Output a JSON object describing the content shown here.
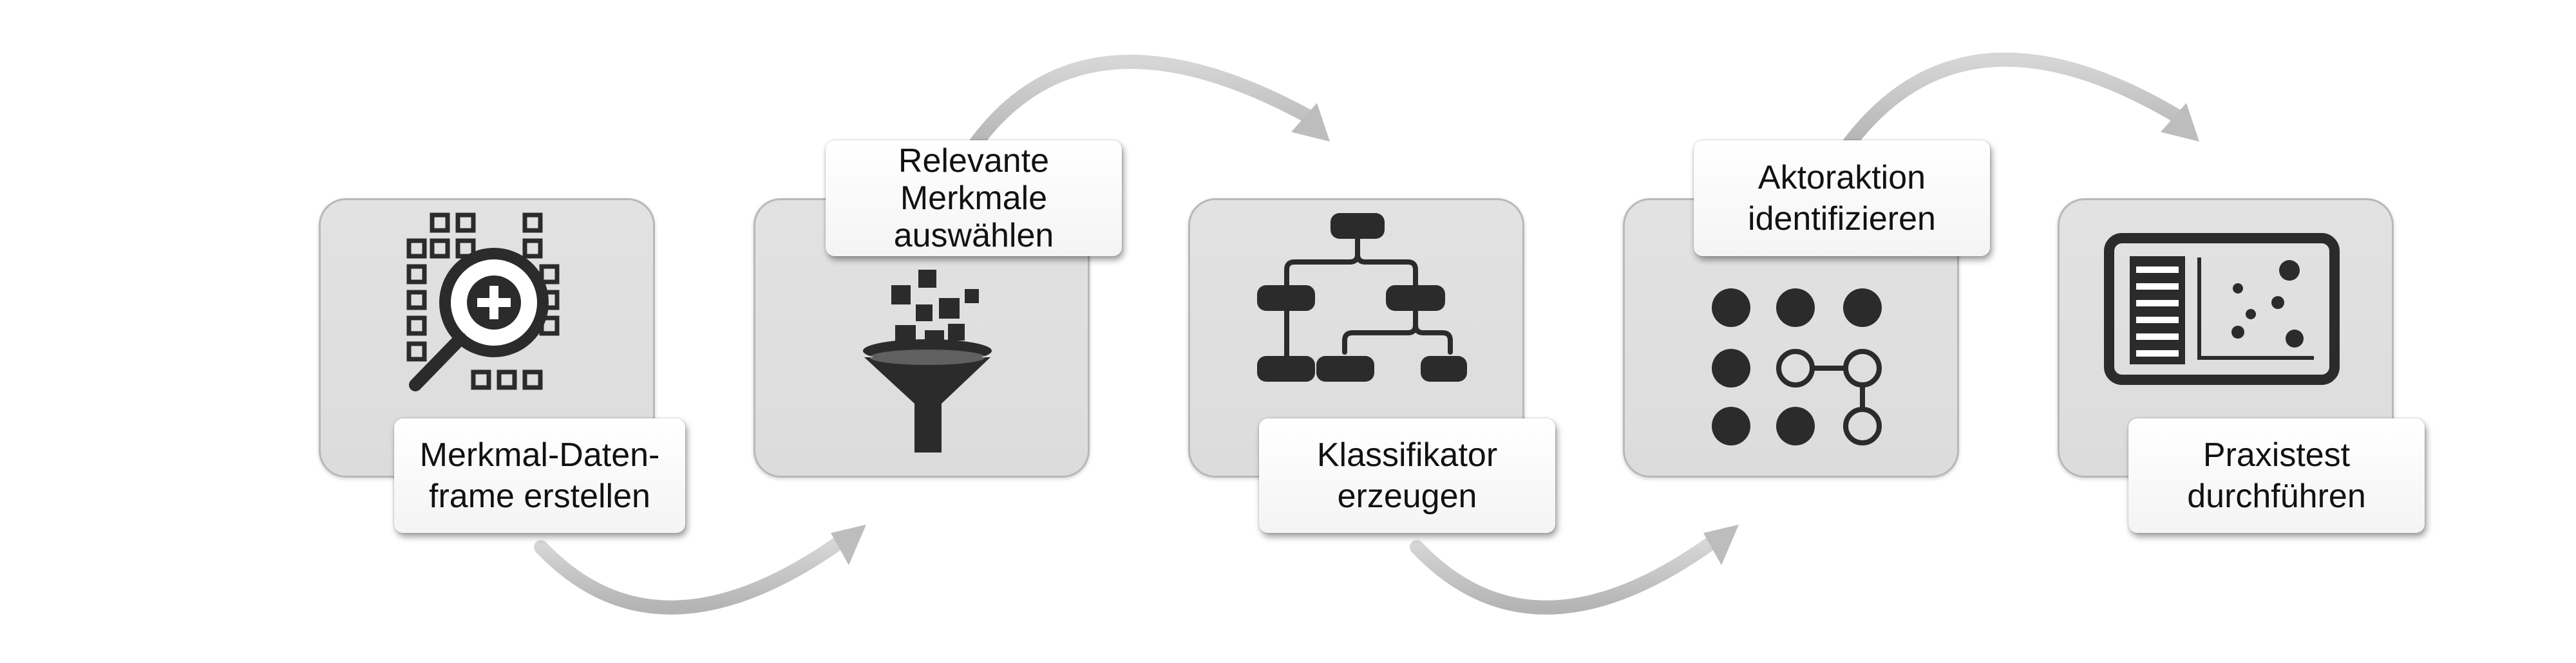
{
  "steps": [
    {
      "id": "step-1",
      "line1": "Merkmal-Daten-",
      "line2": "frame erstellen",
      "icon": "data-frame-search-icon"
    },
    {
      "id": "step-2",
      "line1": "Relevante",
      "line2": "Merkmale",
      "line3": "auswählen",
      "icon": "funnel-filter-icon"
    },
    {
      "id": "step-3",
      "line1": "Klassifikator",
      "line2": "erzeugen",
      "icon": "decision-tree-icon"
    },
    {
      "id": "step-4",
      "line1": "Aktoraktion",
      "line2": "identifizieren",
      "icon": "node-grid-icon"
    },
    {
      "id": "step-5",
      "line1": "Praxistest",
      "line2": "durchführen",
      "icon": "dashboard-tablet-icon"
    }
  ],
  "colors": {
    "box_fill": "#dcdcdc",
    "icon": "#2b2b2b",
    "arrow": "#c4c4c4"
  }
}
